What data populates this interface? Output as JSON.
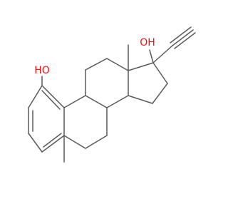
{
  "molecule": {
    "atoms": [
      {
        "id": "oh_top",
        "symbol": "OH",
        "color": "#ff0d0d"
      },
      {
        "id": "oh_left",
        "symbol": "HO",
        "color": "#ff0d0d"
      }
    ],
    "bond_color": "#5a5a5a",
    "background": "#ffffff"
  }
}
